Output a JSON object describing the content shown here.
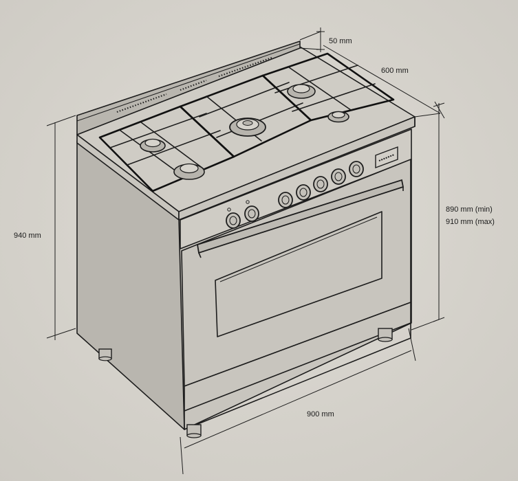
{
  "dimensions": {
    "backsplash_depth": "50 mm",
    "depth": "600 mm",
    "height_total": "940 mm",
    "hob_height_min": "890 mm (min)",
    "hob_height_max": "910 mm (max)",
    "width": "900 mm"
  },
  "colors": {
    "background": "#d9d6cf",
    "line": "#1d1d1d"
  }
}
